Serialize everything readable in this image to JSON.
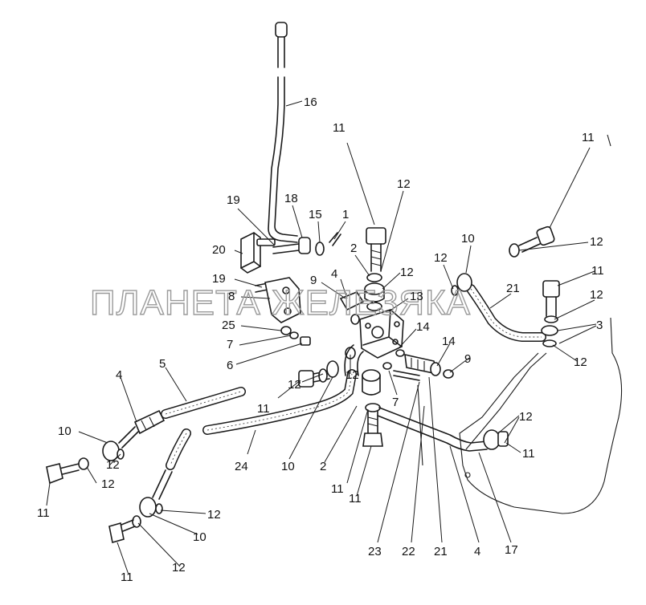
{
  "watermark": "ПЛАНЕТА ЖЕЛЕЗЯКА",
  "callouts": [
    {
      "id": "c16",
      "text": "16"
    },
    {
      "id": "c11a",
      "text": "11"
    },
    {
      "id": "c12a",
      "text": "12"
    },
    {
      "id": "c11b",
      "text": "11"
    },
    {
      "id": "c19a",
      "text": "19"
    },
    {
      "id": "c18",
      "text": "18"
    },
    {
      "id": "c15",
      "text": "15"
    },
    {
      "id": "c1",
      "text": "1"
    },
    {
      "id": "c10a",
      "text": "10"
    },
    {
      "id": "c12b",
      "text": "12"
    },
    {
      "id": "c20",
      "text": "20"
    },
    {
      "id": "c2a",
      "text": "2"
    },
    {
      "id": "c12c",
      "text": "12"
    },
    {
      "id": "c12d",
      "text": "12"
    },
    {
      "id": "c11c",
      "text": "11"
    },
    {
      "id": "c19b",
      "text": "19"
    },
    {
      "id": "c4a",
      "text": "4"
    },
    {
      "id": "c9a",
      "text": "9"
    },
    {
      "id": "c21a",
      "text": "21"
    },
    {
      "id": "c12e",
      "text": "12"
    },
    {
      "id": "c8",
      "text": "8"
    },
    {
      "id": "c13",
      "text": "13"
    },
    {
      "id": "c3",
      "text": "3"
    },
    {
      "id": "c25",
      "text": "25"
    },
    {
      "id": "c14a",
      "text": "14"
    },
    {
      "id": "c7a",
      "text": "7"
    },
    {
      "id": "c14b",
      "text": "14"
    },
    {
      "id": "c9b",
      "text": "9"
    },
    {
      "id": "c12f",
      "text": "12"
    },
    {
      "id": "c6",
      "text": "6"
    },
    {
      "id": "c5",
      "text": "5"
    },
    {
      "id": "c4b",
      "text": "4"
    },
    {
      "id": "c12g",
      "text": "12"
    },
    {
      "id": "c11d",
      "text": "11"
    },
    {
      "id": "c12h",
      "text": "12"
    },
    {
      "id": "c7b",
      "text": "7"
    },
    {
      "id": "c10b",
      "text": "10"
    },
    {
      "id": "c12i",
      "text": "12"
    },
    {
      "id": "c11e",
      "text": "11"
    },
    {
      "id": "c24",
      "text": "24"
    },
    {
      "id": "c10c",
      "text": "10"
    },
    {
      "id": "c2b",
      "text": "2"
    },
    {
      "id": "c12j",
      "text": "12"
    },
    {
      "id": "c11f",
      "text": "11"
    },
    {
      "id": "c12k",
      "text": "12"
    },
    {
      "id": "c11g",
      "text": "11"
    },
    {
      "id": "c12l",
      "text": "12"
    },
    {
      "id": "c10d",
      "text": "10"
    },
    {
      "id": "c11h",
      "text": "11"
    },
    {
      "id": "c12m",
      "text": "12"
    },
    {
      "id": "c23",
      "text": "23"
    },
    {
      "id": "c22",
      "text": "22"
    },
    {
      "id": "c21b",
      "text": "21"
    },
    {
      "id": "c4c",
      "text": "4"
    },
    {
      "id": "c17",
      "text": "17"
    }
  ]
}
